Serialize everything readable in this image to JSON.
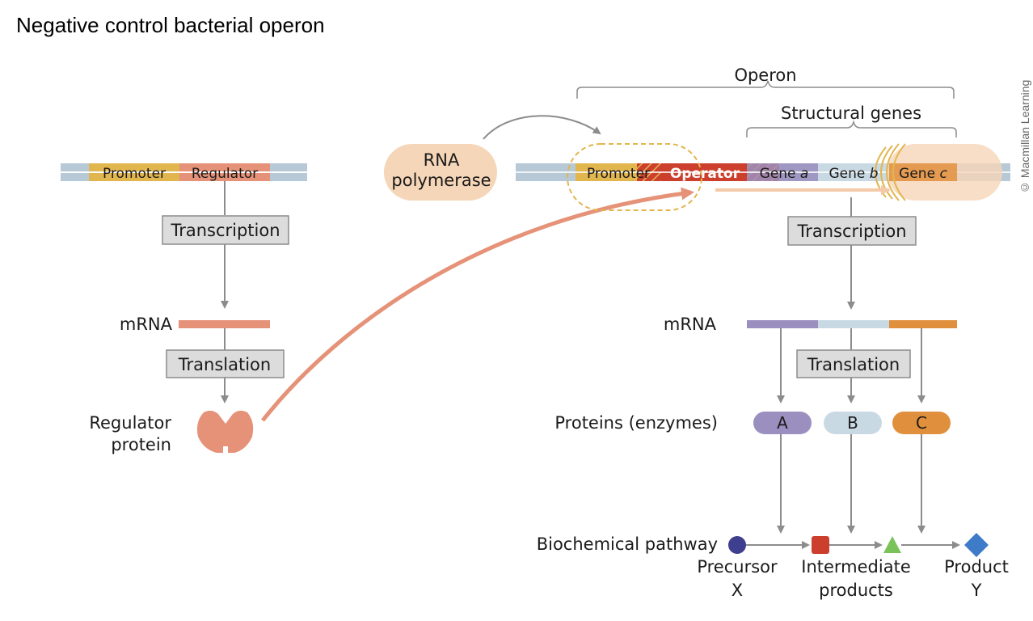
{
  "page": {
    "title": "Negative control bacterial operon",
    "copyright": "© Macmillan Learning"
  },
  "regulator_side": {
    "dna_segments": [
      "Promoter",
      "Regulator"
    ],
    "transcription_label": "Transcription",
    "mrna_label": "mRNA",
    "translation_label": "Translation",
    "protein_label_line1": "Regulator",
    "protein_label_line2": "protein"
  },
  "operon_side": {
    "operon_label": "Operon",
    "structural_genes_label": "Structural genes",
    "rna_polymerase_line1": "RNA",
    "rna_polymerase_line2": "polymerase",
    "dna_segments": {
      "promoter": "Promoter",
      "operator": "Operator",
      "gene_a_prefix": "Gene ",
      "gene_a_letter": "a",
      "gene_b_prefix": "Gene ",
      "gene_b_letter": "b",
      "gene_c_prefix": "Gene ",
      "gene_c_letter": "c"
    },
    "transcription_label": "Transcription",
    "mrna_label": "mRNA",
    "translation_label": "Translation",
    "proteins_label": "Proteins (enzymes)",
    "proteins": [
      "A",
      "B",
      "C"
    ],
    "pathway_label": "Biochemical pathway",
    "precursor_line1": "Precursor",
    "precursor_line2": "X",
    "intermediate_line1": "Intermediate",
    "intermediate_line2": "products",
    "product_line1": "Product",
    "product_line2": "Y"
  },
  "colors": {
    "dna_strand": "#b7c9d6",
    "promoter": "#e2b64f",
    "regulator": "#e59278",
    "operator": "#cc3f2d",
    "gene_a": "#9b8fc0",
    "gene_b": "#c9d9e4",
    "gene_c": "#e08f3c",
    "box_fill": "#dcdcdc",
    "arrow_gray": "#8c8c8c",
    "salmon_arrow": "#e59278",
    "polymerase_fill": "#f6d6b8",
    "dashed_outline": "#e2b64f",
    "precursor": "#3f3f8f",
    "intermediate_square": "#cc3f2d",
    "intermediate_triangle": "#79c35a",
    "product": "#3e7bc8"
  }
}
